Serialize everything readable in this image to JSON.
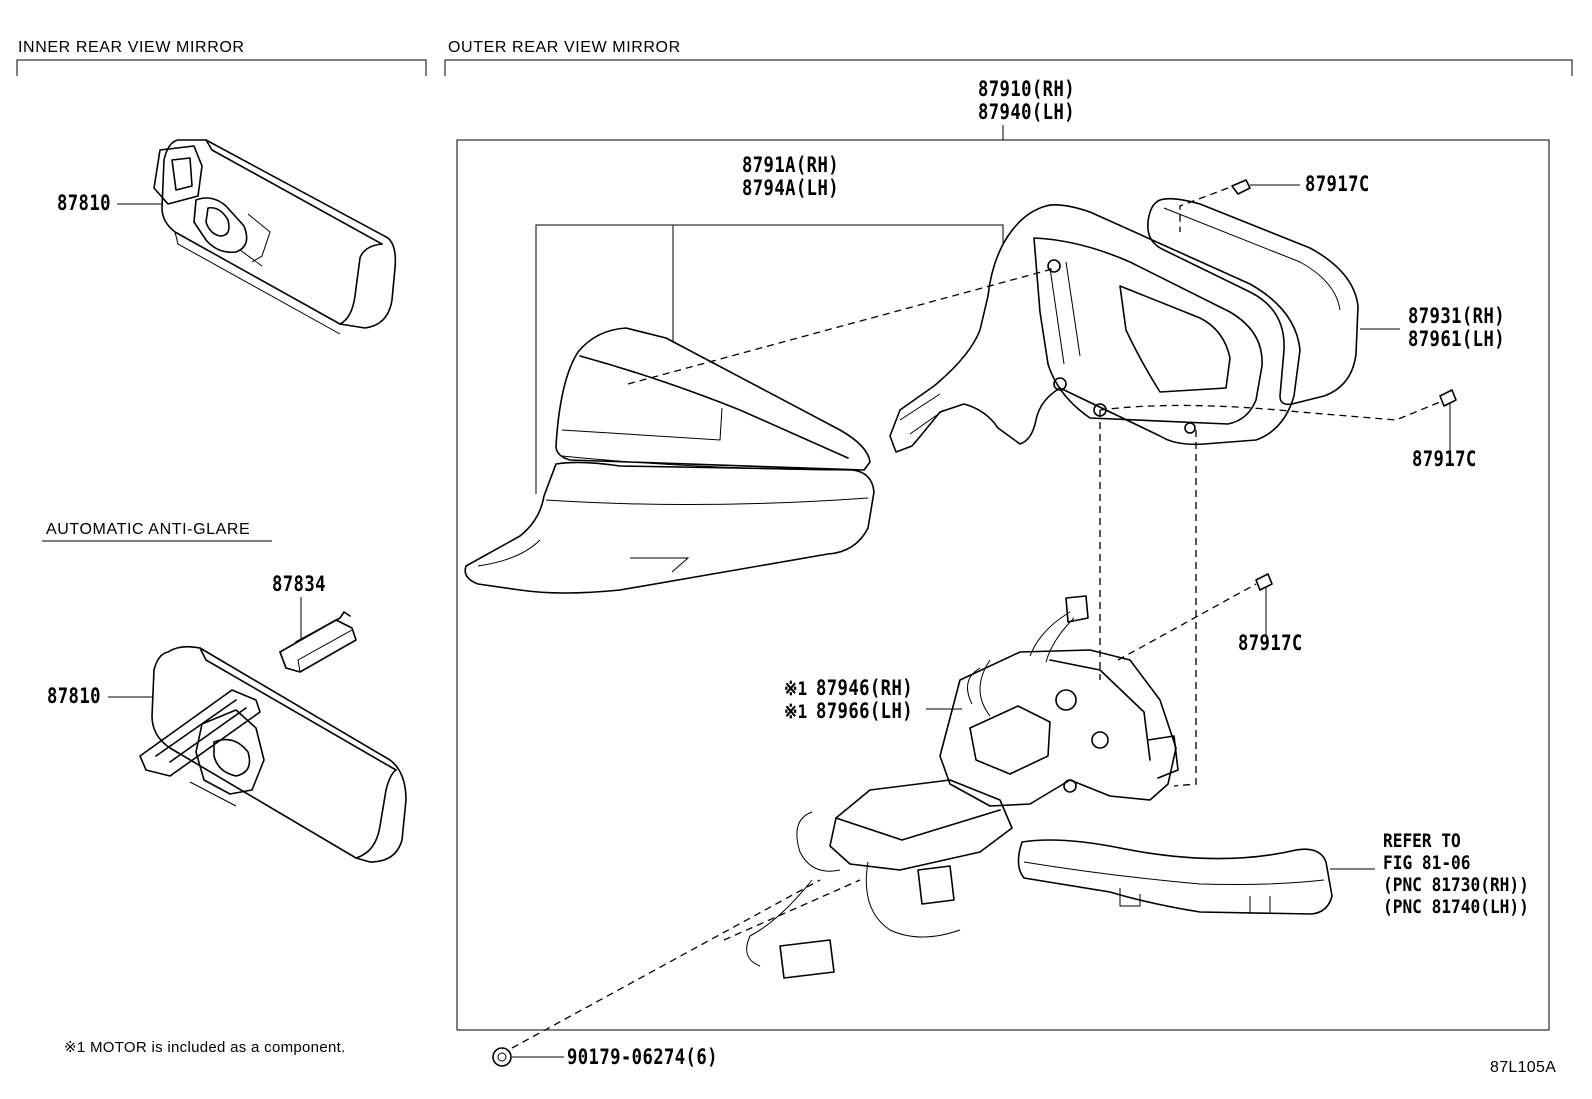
{
  "sections": {
    "inner": "INNER REAR VIEW MIRROR",
    "outer": "OUTER REAR VIEW MIRROR",
    "anti_glare": "AUTOMATIC ANTI-GLARE"
  },
  "parts": {
    "inner_mirror_top": "87810",
    "inner_mirror_bottom": "87810",
    "sensor_cover": "87834",
    "outer_assy_rh": "87910(RH)",
    "outer_assy_lh": "87940(LH)",
    "cover_rh": "8791A(RH)",
    "cover_lh": "8794A(LH)",
    "screw_top": "87917C",
    "screw_right": "87917C",
    "screw_mid": "87917C",
    "glass_rh": "87931(RH)",
    "glass_lh": "87961(LH)",
    "motor_rh": "87946(RH)",
    "motor_lh": "87966(LH)",
    "motor_mark": "※1",
    "clip": "90179-06274(6)"
  },
  "refer": {
    "line1": "REFER TO",
    "line2": "FIG 81-06",
    "line3": "(PNC 81730(RH))",
    "line4": "(PNC 81740(LH))"
  },
  "footnote": "※1 MOTOR is included as a component.",
  "figure_code": "87L105A"
}
